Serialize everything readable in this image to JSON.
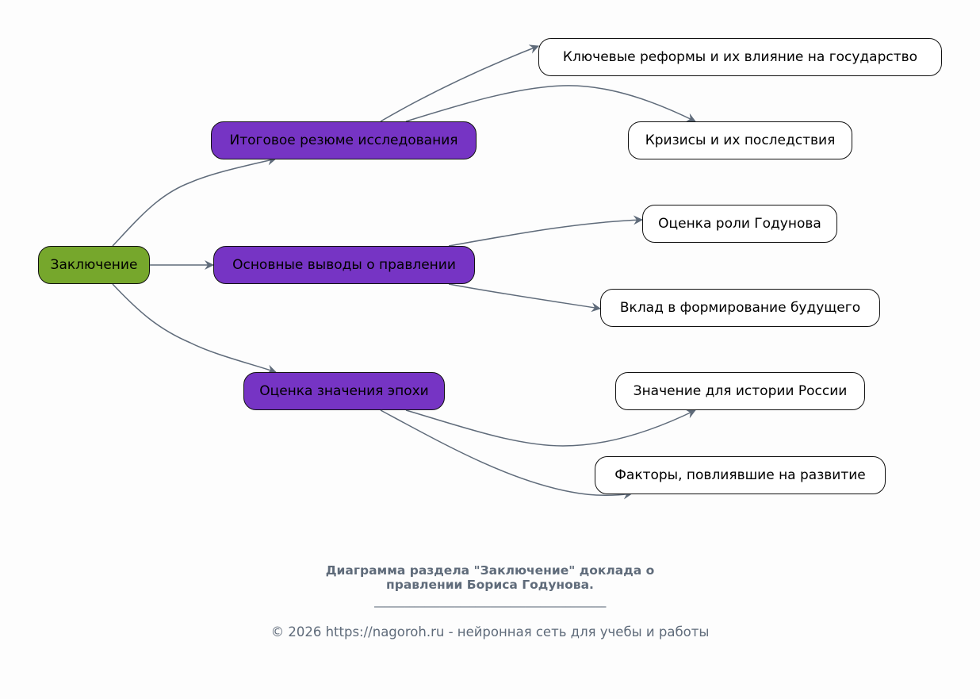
{
  "diagram": {
    "root": {
      "id": "root",
      "label": "Заключение"
    },
    "branches": [
      {
        "id": "b1",
        "label": "Итоговое резюме исследования",
        "children": [
          {
            "id": "l1",
            "label": "Ключевые реформы и их влияние на государство"
          },
          {
            "id": "l2",
            "label": "Кризисы и их последствия"
          }
        ]
      },
      {
        "id": "b2",
        "label": "Основные выводы о правлении",
        "children": [
          {
            "id": "l3",
            "label": "Оценка роли Годунова"
          },
          {
            "id": "l4",
            "label": "Вклад в формирование будущего"
          }
        ]
      },
      {
        "id": "b3",
        "label": "Оценка значения эпохи",
        "children": [
          {
            "id": "l5",
            "label": "Значение для истории России"
          },
          {
            "id": "l6",
            "label": "Факторы, повлиявшие на развитие"
          }
        ]
      }
    ],
    "colors": {
      "root_fill": "#76a72c",
      "branch_fill": "#7634c4",
      "leaf_fill": "#ffffff",
      "edge": "#5f6b7a",
      "caption": "#5f6b7a"
    }
  },
  "caption": {
    "title_line1": "Диаграмма раздела \"Заключение\" доклада о",
    "title_line2": "правлении Бориса Годунова.",
    "separator": "______________________________________________",
    "footer": "© 2026 https://nagoroh.ru - нейронная сеть для учебы и работы"
  }
}
